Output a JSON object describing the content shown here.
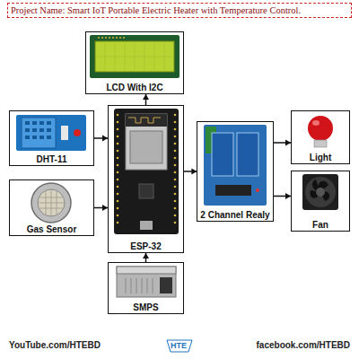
{
  "diagram": {
    "title": "Project Name: Smart IoT Portable Electric Heater with Temperature Control.",
    "nodes": [
      {
        "text": [
          "LCD With I2C"
        ]
      },
      {
        "text": [
          "DHT-11"
        ]
      },
      {
        "text": [
          "Gas Sensor"
        ]
      },
      {
        "text": [
          "ESP-32"
        ]
      },
      {
        "text": [
          "2 Channel Realy"
        ]
      },
      {
        "text": [
          "Light"
        ]
      },
      {
        "text": [
          "Fan"
        ]
      },
      {
        "text": [
          "SMPS"
        ]
      }
    ],
    "edges": [
      {
        "from": 3,
        "to": 0,
        "arrow": "to"
      },
      {
        "from": 1,
        "to": 3,
        "arrow": "to"
      },
      {
        "from": 2,
        "to": 3,
        "arrow": "to"
      },
      {
        "from": 3,
        "to": 4,
        "arrow": "to"
      },
      {
        "from": 4,
        "to": 5,
        "arrow": "to"
      },
      {
        "from": 4,
        "to": 6,
        "arrow": "to"
      },
      {
        "from": 7,
        "to": 3,
        "arrow": "to"
      }
    ],
    "labels": [
      "YouTube.com/HTEBD",
      "HTE",
      "facebook.com/HTEBD"
    ]
  }
}
